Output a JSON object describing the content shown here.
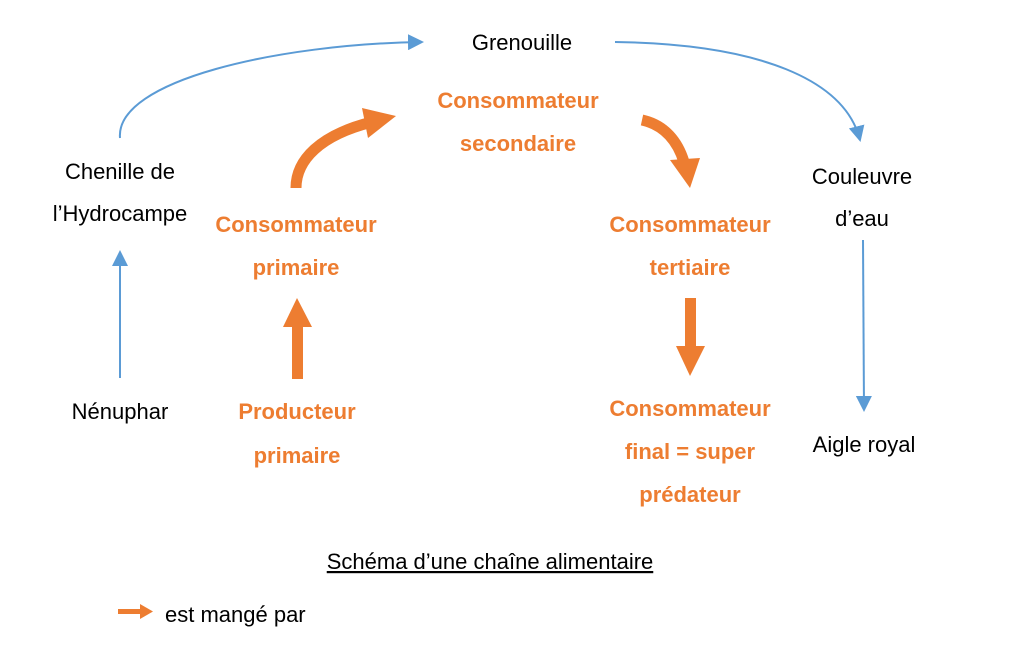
{
  "colors": {
    "accent": "#ED7D31",
    "blue": "#5B9BD5",
    "text": "#000000"
  },
  "organisms": {
    "grenouille": "Grenouille",
    "chenille_l1": "Chenille de",
    "chenille_l2": "l’Hydrocampe",
    "couleuvre_l1": "Couleuvre",
    "couleuvre_l2": "d’eau",
    "nenuphar": "Nénuphar",
    "aigle": "Aigle royal"
  },
  "levels": {
    "secondaire": [
      "Consommateur",
      "secondaire"
    ],
    "primaire": [
      "Consommateur",
      "primaire"
    ],
    "tertiaire": [
      "Consommateur",
      "tertiaire"
    ],
    "producteur": [
      "Producteur",
      "primaire"
    ],
    "final": [
      "Consommateur",
      "final = super",
      "prédateur"
    ]
  },
  "caption": "Schéma d’une chaîne alimentaire",
  "legend": {
    "label": "est mangé par"
  }
}
